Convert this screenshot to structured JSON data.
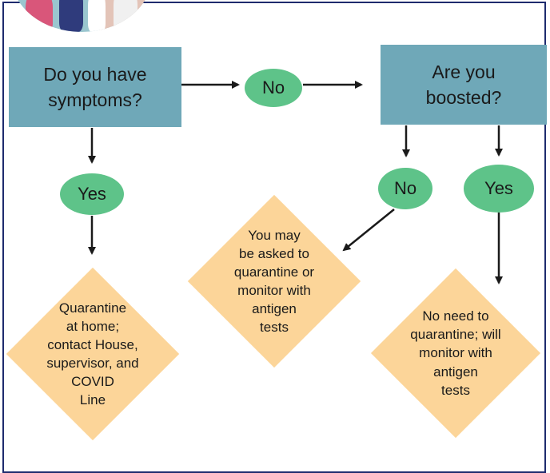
{
  "flowchart": {
    "q_symptoms": "Do you have\nsymptoms?",
    "q_boosted": "Are you\nboosted?",
    "label_no_symptoms": "No",
    "label_yes_symptoms": "Yes",
    "label_no_boosted": "No",
    "label_yes_boosted": "Yes",
    "outcome_quarantine": "Quarantine\nat home;\ncontact House,\nsupervisor, and\nCOVID\nLine",
    "outcome_may_quarantine": "You may\nbe asked to\nquarantine or\nmonitor with\nantigen\ntests",
    "outcome_no_quarantine": "No need to\nquarantine; will\nmonitor with\nantigen\ntests"
  },
  "colors": {
    "question_box": "#6fa8b8",
    "answer_oval": "#5ec389",
    "outcome_diamond": "#fcd599",
    "frame": "#1e2b6e",
    "arrow": "#1a1a1a"
  }
}
